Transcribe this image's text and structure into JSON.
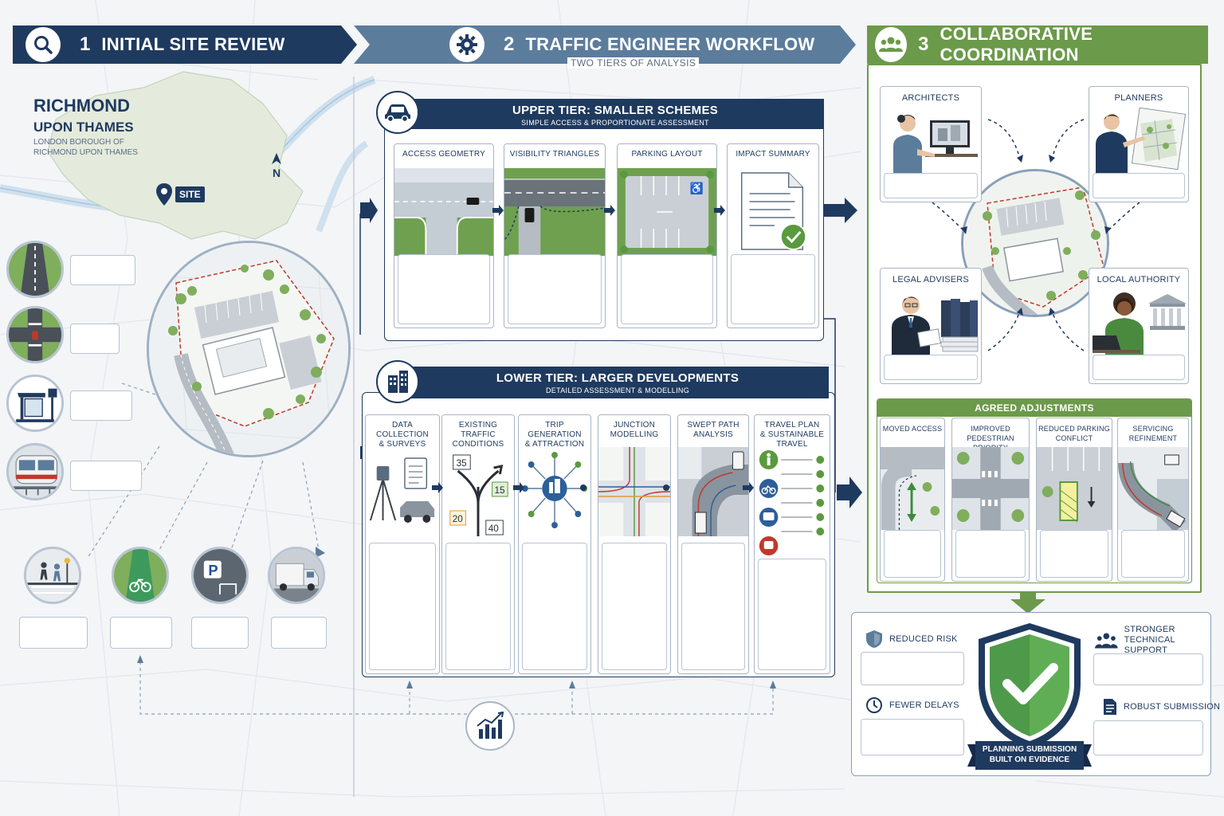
{
  "headers": [
    {
      "number": "1",
      "title": "INITIAL SITE REVIEW",
      "icon": "search-icon",
      "color": "#1f3a5f"
    },
    {
      "number": "2",
      "title": "TRAFFIC ENGINEER WORKFLOW",
      "subtitle": "TWO TIERS OF ANALYSIS",
      "icon": "gear-icon",
      "color": "#5c7c9c"
    },
    {
      "number": "3",
      "title": "COLLABORATIVE COORDINATION",
      "icon": "people-icon",
      "color": "#6b9a4a"
    }
  ],
  "site_review": {
    "borough_line1": "RICHMOND",
    "borough_line2": "UPON THAMES",
    "borough_sub": "LONDON BOROUGH OF RICHMOND UPON THAMES",
    "site_label": "SITE",
    "north_label": "N",
    "modes_left": [
      "road-icon",
      "junction-icon",
      "bus-stop-icon",
      "train-icon"
    ],
    "modes_bottom": [
      "pedestrian-crossing-icon",
      "cycle-lane-icon",
      "parking-icon",
      "servicing-truck-icon"
    ]
  },
  "upper_tier": {
    "title": "UPPER TIER: SMALLER SCHEMES",
    "subtitle": "SIMPLE ACCESS & PROPORTIONATE ASSESSMENT",
    "cards": [
      {
        "label": "ACCESS GEOMETRY"
      },
      {
        "label": "VISIBILITY TRIANGLES"
      },
      {
        "label": "PARKING LAYOUT"
      },
      {
        "label": "IMPACT SUMMARY"
      }
    ]
  },
  "lower_tier": {
    "title": "LOWER TIER: LARGER DEVELOPMENTS",
    "subtitle": "DETAILED ASSESSMENT & MODELLING",
    "cards": [
      {
        "label1": "DATA COLLECTION",
        "label2": "& SURVEYS"
      },
      {
        "label1": "EXISTING TRAFFIC",
        "label2": "CONDITIONS"
      },
      {
        "label1": "TRIP GENERATION",
        "label2": "& ATTRACTION"
      },
      {
        "label1": "JUNCTION MODELLING",
        "label2": ""
      },
      {
        "label1": "SWEPT PATH",
        "label2": "ANALYSIS"
      },
      {
        "label1": "TRAVEL PLAN",
        "label2": "& SUSTAINABLE TRAVEL"
      }
    ],
    "traffic_counts": [
      "35",
      "15",
      "20",
      "40"
    ]
  },
  "coordination": {
    "roles": [
      {
        "label": "ARCHITECTS"
      },
      {
        "label": "PLANNERS"
      },
      {
        "label": "LEGAL ADVISERS"
      },
      {
        "label": "LOCAL AUTHORITY"
      }
    ],
    "agreed_title": "AGREED ADJUSTMENTS",
    "adjustments": [
      {
        "label1": "MOVED ACCESS",
        "label2": ""
      },
      {
        "label1": "IMPROVED PEDESTRIAN",
        "label2": "PRIORITY"
      },
      {
        "label1": "REDUCED PARKING",
        "label2": "CONFLICT"
      },
      {
        "label1": "SERVICING",
        "label2": "REFINEMENT"
      }
    ]
  },
  "outcomes": {
    "items": [
      {
        "label": "REDUCED RISK",
        "icon": "shield-small-icon"
      },
      {
        "label": "FEWER DELAYS",
        "icon": "clock-icon"
      },
      {
        "label1": "STRONGER TECHNICAL",
        "label2": "SUPPORT",
        "icon": "team-icon"
      },
      {
        "label": "ROBUST SUBMISSION",
        "icon": "document-icon"
      }
    ],
    "ribbon_line1": "PLANNING SUBMISSION",
    "ribbon_line2": "BUILT ON EVIDENCE"
  },
  "colors": {
    "navy": "#1f3a5f",
    "steel": "#5c7c9c",
    "green": "#6b9a4a",
    "grass": "#6fa050"
  }
}
